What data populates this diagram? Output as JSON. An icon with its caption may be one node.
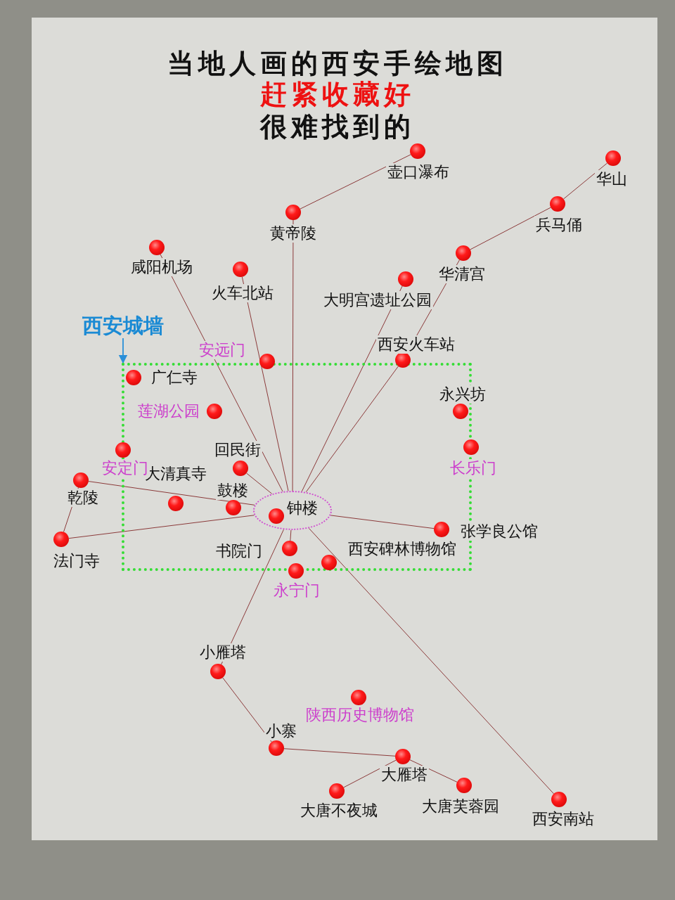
{
  "diagram": {
    "title": "当地人画的西安手绘地图",
    "nodes": [
      {
        "text": [],
        "shape": "circle",
        "beside": [
          "壶口瀑布"
        ]
      },
      {
        "text": [],
        "shape": "circle",
        "beside": [
          "华山"
        ]
      },
      {
        "text": [],
        "shape": "circle",
        "beside": [
          "兵马俑"
        ]
      },
      {
        "text": [],
        "shape": "circle",
        "beside": [
          "黄帝陵"
        ]
      },
      {
        "text": [],
        "shape": "circle",
        "beside": [
          "咸阳机场"
        ]
      },
      {
        "text": [],
        "shape": "circle",
        "beside": [
          "华清宫"
        ]
      },
      {
        "text": [],
        "shape": "circle",
        "beside": [
          "火车北站"
        ]
      },
      {
        "text": [],
        "shape": "circle",
        "beside": [
          "大明宫遗址公园"
        ]
      },
      {
        "text": [
          "西安城墙"
        ]
      },
      {
        "text": [],
        "shape": "circle",
        "beside": [
          "安远门"
        ]
      },
      {
        "text": [],
        "shape": "circle",
        "beside": [
          "西安火车站"
        ]
      },
      {
        "text": [],
        "shape": "box"
      },
      {
        "text": [],
        "shape": "circle",
        "beside": [
          "广仁寺"
        ],
        "in": 11
      },
      {
        "text": [],
        "shape": "circle",
        "beside": [
          "永兴坊"
        ],
        "in": 11
      },
      {
        "text": [],
        "shape": "circle",
        "beside": [
          "莲湖公园"
        ],
        "in": 11
      },
      {
        "text": [],
        "shape": "circle",
        "beside": [
          "回民街"
        ],
        "in": 11
      },
      {
        "text": [],
        "shape": "circle",
        "beside": [
          "安定门"
        ]
      },
      {
        "text": [],
        "shape": "circle",
        "beside": [
          "长乐门"
        ]
      },
      {
        "text": [],
        "shape": "circle",
        "beside": [
          "乾陵"
        ]
      },
      {
        "text": [],
        "shape": "circle",
        "beside": [
          "大清真寺"
        ],
        "in": 11
      },
      {
        "text": [],
        "shape": "circle",
        "beside": [
          "鼓楼"
        ],
        "in": 11
      },
      {
        "text": [
          "钟楼"
        ],
        "in": 11
      },
      {
        "text": [],
        "shape": "circle",
        "beside": [
          "张学良公馆"
        ],
        "in": 11
      },
      {
        "text": [],
        "shape": "circle",
        "beside": [
          "法门寺"
        ]
      },
      {
        "text": [],
        "shape": "circle",
        "beside": [
          "书院门"
        ],
        "in": 11
      },
      {
        "text": [],
        "shape": "circle",
        "beside": [
          "西安碑林博物馆"
        ],
        "in": 11
      },
      {
        "text": [],
        "shape": "circle",
        "beside": [
          "永宁门"
        ]
      },
      {
        "text": [],
        "shape": "circle",
        "beside": [
          "小雁塔"
        ]
      },
      {
        "text": [],
        "shape": "circle",
        "beside": [
          "陕西历史博物馆"
        ]
      },
      {
        "text": [],
        "shape": "circle",
        "beside": [
          "小寨"
        ]
      },
      {
        "text": [],
        "shape": "circle",
        "beside": [
          "大雁塔"
        ]
      },
      {
        "text": [],
        "shape": "circle",
        "beside": [
          "大唐芙蓉园"
        ]
      },
      {
        "text": [],
        "shape": "circle",
        "beside": [
          "西安南站"
        ]
      },
      {
        "text": [],
        "shape": "circle",
        "beside": [
          "大唐不夜城"
        ]
      }
    ],
    "edges": [
      {
        "from": 0,
        "to": 3,
        "arrow": "none"
      },
      {
        "from": 1,
        "to": 2,
        "arrow": "none"
      },
      {
        "from": 2,
        "to": 5,
        "arrow": "none"
      },
      {
        "from": 3,
        "to": 21,
        "arrow": "none"
      },
      {
        "from": 4,
        "to": 21,
        "arrow": "none"
      },
      {
        "from": 6,
        "to": 21,
        "arrow": "none"
      },
      {
        "from": 7,
        "to": 21,
        "arrow": "none"
      },
      {
        "from": 5,
        "to": 10,
        "arrow": "none"
      },
      {
        "from": 10,
        "to": 21,
        "arrow": "none"
      },
      {
        "from": 8,
        "to": 11,
        "arrow": "to",
        "color": "#2a8fd8"
      },
      {
        "from": 18,
        "to": 21,
        "arrow": "none"
      },
      {
        "from": 18,
        "to": 23,
        "arrow": "none"
      },
      {
        "from": 23,
        "to": 21,
        "arrow": "none"
      },
      {
        "from": 15,
        "to": 21,
        "arrow": "none"
      },
      {
        "from": 22,
        "to": 21,
        "arrow": "none"
      },
      {
        "from": 21,
        "to": 24,
        "arrow": "none"
      },
      {
        "from": 21,
        "to": 32,
        "arrow": "none"
      },
      {
        "from": 21,
        "to": 27,
        "arrow": "none"
      },
      {
        "from": 27,
        "to": 29,
        "arrow": "none"
      },
      {
        "from": 29,
        "to": 30,
        "arrow": "none"
      },
      {
        "from": 30,
        "to": 31,
        "arrow": "none"
      },
      {
        "from": 30,
        "to": 33,
        "arrow": "none"
      }
    ],
    "labels": [
      "赶紧收藏好",
      "很难找到的"
    ]
  }
}
